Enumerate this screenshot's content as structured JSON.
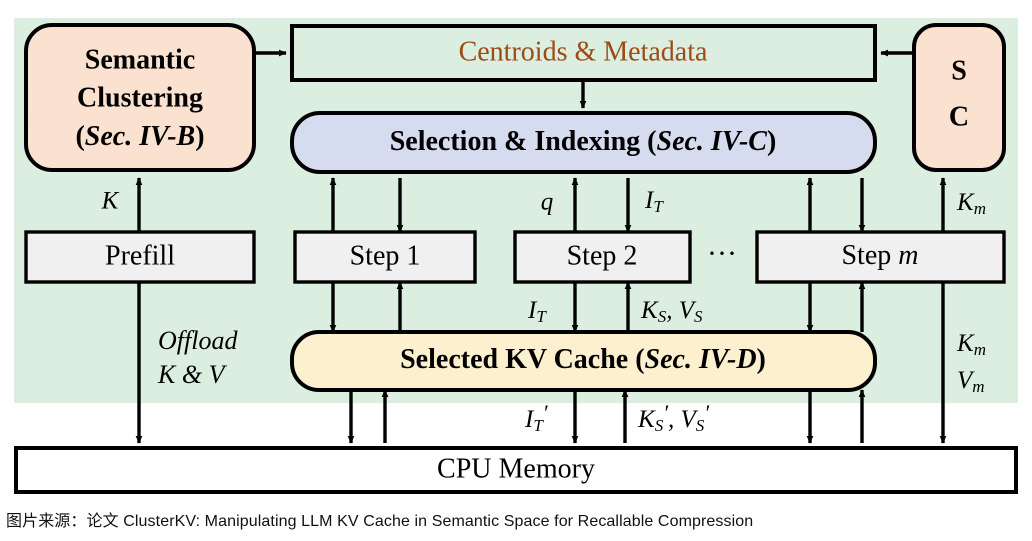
{
  "figure": {
    "title": "ClusterKV system architecture diagram",
    "caption": "图片来源：论文 ClusterKV: Manipulating LLM KV Cache in Semantic Space for Recallable Compression"
  },
  "colors": {
    "gpu_region_bg": "#DCEEDF",
    "peach_fill": "#FAE1D0",
    "blue_fill": "#D6DCF0",
    "yellow_fill": "#FDF0CE",
    "grey_fill": "#F0F0F0",
    "white_fill": "#FFFFFF",
    "brown_text": "#9C4A16",
    "stroke": "#000000"
  },
  "boxes": {
    "semantic_clustering": {
      "line1": "Semantic",
      "line2": "Clustering",
      "line3_paren_open": "(",
      "line3_sec": "Sec. IV-B",
      "line3_paren_close": ")"
    },
    "centroids": {
      "label": "Centroids & Metadata"
    },
    "sc": {
      "line1": "S",
      "line2": "C"
    },
    "selection_indexing": {
      "label_main": "Selection & Indexing ",
      "paren_open": "(",
      "sec": "Sec. IV-C",
      "paren_close": ")"
    },
    "selected_kv_cache": {
      "label_main": "Selected KV Cache ",
      "paren_open": "(",
      "sec": "Sec. IV-D",
      "paren_close": ")"
    },
    "prefill": {
      "label": "Prefill"
    },
    "step1": {
      "label": "Step 1"
    },
    "step2": {
      "label": "Step 2"
    },
    "ellipsis": {
      "label": "···"
    },
    "stepm": {
      "label_prefix": "Step ",
      "label_var": "m"
    },
    "cpu_memory": {
      "label": "CPU Memory"
    }
  },
  "edge_labels": {
    "k": "K",
    "offload_line1": "Offload",
    "offload_line2": "K & V",
    "q": "q",
    "i_t_top": "I",
    "i_t_top_sub": "T",
    "i_t_mid": "I",
    "i_t_mid_sub": "T",
    "ks_vs": "K",
    "ks_vs_sub1": "S",
    "ks_vs_mid": ", V",
    "ks_vs_sub2": "S",
    "i_t_prime": "I",
    "i_t_prime_sub": "T",
    "i_t_prime_mark": "′",
    "ks_vs_prime": "K",
    "ks_vs_prime_sub1": "S",
    "ks_vs_prime_mid": ", V",
    "ks_vs_prime_sub2": "S",
    "km_top": "K",
    "km_top_sub": "m",
    "km_right": "K",
    "km_right_sub": "m",
    "vm_right": "V",
    "vm_right_sub": "m"
  }
}
